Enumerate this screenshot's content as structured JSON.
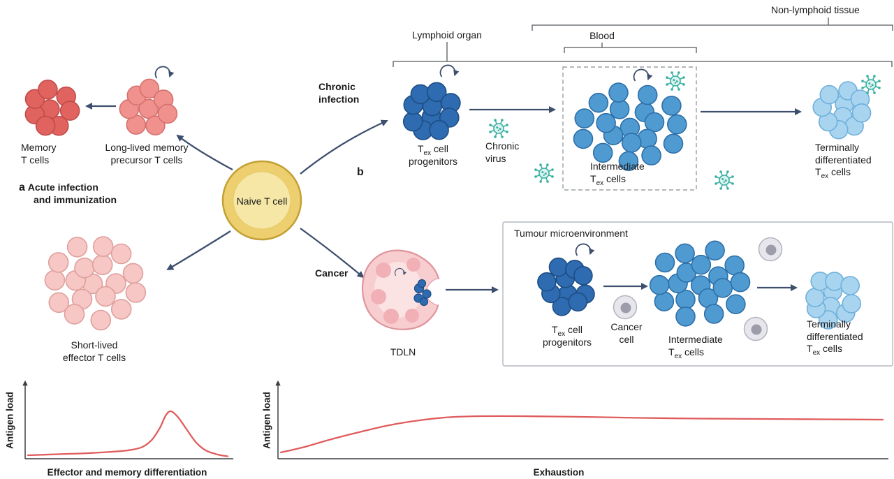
{
  "labels": {
    "panel_a": "a",
    "acute_l1": "Acute infection",
    "acute_l2": "and immunization",
    "panel_b": "b",
    "memory": "Memory\nT cells",
    "precursor": "Long-lived memory\nprecursor T cells",
    "naive": "Naive T cell",
    "effector": "Short-lived\neffector T cells",
    "chronic_heading": "Chronic\ninfection",
    "cancer_heading": "Cancer",
    "chronic_virus": "Chronic\nvirus",
    "tdln": "TDLN",
    "tumour_box": "Tumour microenvironment",
    "cancer_cell": "Cancer\ncell",
    "non_lymphoid": "Non-lymphoid tissue",
    "lymphoid": "Lymphoid organ",
    "blood": "Blood"
  },
  "shared": {
    "t": "T",
    "sub": "ex",
    "cell": " cell",
    "cells": " cells",
    "progenitors": "progenitors",
    "intermediate": "Intermediate",
    "terminally": "Terminally",
    "differentiated": "differentiated"
  },
  "colors": {
    "arrow_navy": "#3d4f6d",
    "virus_teal": "#35b0a0",
    "curve_red": "#e05c5c",
    "progenitor_blue": "#2e6bb0",
    "intermediate_blue": "#4f9bd1",
    "terminal_blue": "#a8d4ef",
    "memory_red": "#e06360",
    "precursor_pink": "#f0918e",
    "effector_pink": "#f6c7c5",
    "naive_yellow": "#eecf6f",
    "tdln_pink": "#f7cdd0",
    "cancer_grey": "#e6e6ec"
  },
  "chart_data": [
    {
      "type": "line",
      "name": "acute-antigen-load-chart",
      "title": "",
      "ylabel": "Antigen load",
      "xlabel": "Effector and memory differentiation",
      "color": "#e05c5c",
      "x_range": [
        0,
        1
      ],
      "y_range": [
        0,
        1
      ],
      "grid": false,
      "points": [
        [
          0,
          0.03
        ],
        [
          0.15,
          0.045
        ],
        [
          0.3,
          0.06
        ],
        [
          0.42,
          0.08
        ],
        [
          0.5,
          0.1
        ],
        [
          0.57,
          0.145
        ],
        [
          0.62,
          0.25
        ],
        [
          0.66,
          0.42
        ],
        [
          0.69,
          0.6
        ],
        [
          0.715,
          0.66
        ],
        [
          0.75,
          0.58
        ],
        [
          0.79,
          0.42
        ],
        [
          0.84,
          0.22
        ],
        [
          0.89,
          0.1
        ],
        [
          0.95,
          0.04
        ],
        [
          1,
          0.015
        ]
      ]
    },
    {
      "type": "line",
      "name": "exhaustion-antigen-load-chart",
      "title": "",
      "ylabel": "Antigen load",
      "xlabel": "Exhaustion",
      "color": "#e05c5c",
      "x_range": [
        0,
        1
      ],
      "y_range": [
        0,
        1
      ],
      "grid": false,
      "points": [
        [
          0,
          0.07
        ],
        [
          0.04,
          0.15
        ],
        [
          0.08,
          0.25
        ],
        [
          0.13,
          0.36
        ],
        [
          0.18,
          0.46
        ],
        [
          0.23,
          0.53
        ],
        [
          0.28,
          0.575
        ],
        [
          0.33,
          0.59
        ],
        [
          0.4,
          0.59
        ],
        [
          0.5,
          0.58
        ],
        [
          0.6,
          0.565
        ],
        [
          0.7,
          0.555
        ],
        [
          0.8,
          0.55
        ],
        [
          0.9,
          0.545
        ],
        [
          1,
          0.54
        ]
      ]
    }
  ]
}
